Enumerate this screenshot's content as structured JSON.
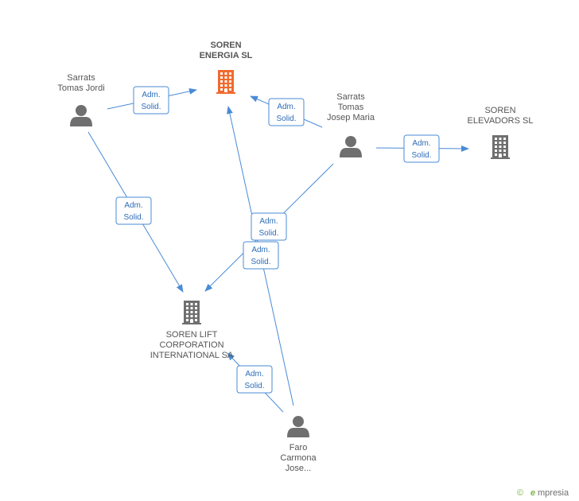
{
  "colors": {
    "edge": "#4a8bd6",
    "badge_text": "#2e6db8",
    "company_main": "#f26a2e",
    "company": "#6f6f6f",
    "person": "#6f6f6f",
    "brand_green": "#7ab648",
    "brand_orange": "#f29a2e"
  },
  "companies": [
    {
      "id": "soren-energia",
      "lines": [
        "SOREN",
        "ENERGIA SL"
      ],
      "main": true,
      "icon": "building-icon"
    },
    {
      "id": "soren-elevadors",
      "lines": [
        "SOREN",
        "ELEVADORS SL"
      ],
      "main": false,
      "icon": "building-icon"
    },
    {
      "id": "soren-lift",
      "lines": [
        "SOREN LIFT",
        "CORPORATION",
        "INTERNATIONAL SA"
      ],
      "main": false,
      "icon": "building-icon"
    }
  ],
  "people": [
    {
      "id": "sarrats-jordi",
      "lines": [
        "Sarrats",
        "Tomas Jordi"
      ],
      "icon": "person-icon"
    },
    {
      "id": "sarrats-josep",
      "lines": [
        "Sarrats",
        "Tomas",
        "Josep Maria"
      ],
      "icon": "person-icon"
    },
    {
      "id": "faro-carmona",
      "lines": [
        "Faro",
        "Carmona",
        "Jose..."
      ],
      "icon": "person-icon"
    }
  ],
  "edges": [
    {
      "from": "sarrats-jordi",
      "to": "soren-energia",
      "label": [
        "Adm.",
        "Solid."
      ]
    },
    {
      "from": "sarrats-josep",
      "to": "soren-energia",
      "label": [
        "Adm.",
        "Solid."
      ]
    },
    {
      "from": "sarrats-josep",
      "to": "soren-elevadors",
      "label": [
        "Adm.",
        "Solid."
      ]
    },
    {
      "from": "sarrats-jordi",
      "to": "soren-lift",
      "label": [
        "Adm.",
        "Solid."
      ]
    },
    {
      "from": "sarrats-josep",
      "to": "soren-lift",
      "label": [
        "Adm.",
        "Solid."
      ]
    },
    {
      "from": "faro-carmona",
      "to": "soren-energia",
      "label": [
        "Adm.",
        "Solid."
      ]
    },
    {
      "from": "faro-carmona",
      "to": "soren-lift",
      "label": [
        "Adm.",
        "Solid."
      ]
    }
  ],
  "footer": {
    "copyright_symbol": "©",
    "brand_initial": "e",
    "brand_rest": "mpresia"
  }
}
